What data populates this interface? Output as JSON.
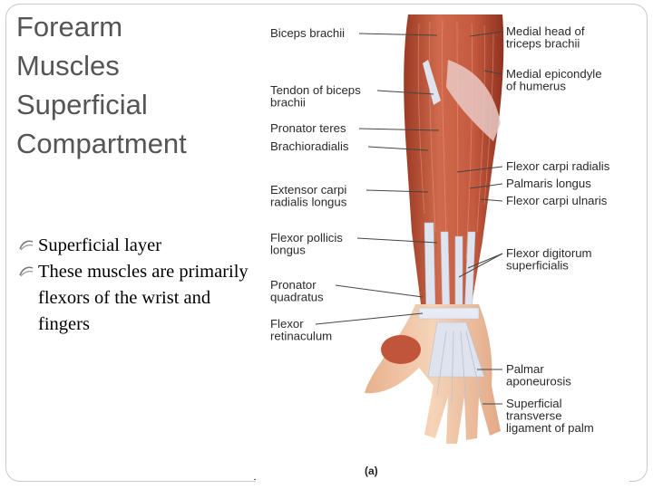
{
  "slide": {
    "title_lines": [
      "Forearm",
      "Muscles",
      "Superficial",
      "Compartment"
    ],
    "bullets": [
      "Superficial layer",
      "These muscles are primarily flexors of the wrist and fingers"
    ]
  },
  "figure": {
    "panel_label": "(a)",
    "left_labels": [
      [
        "Biceps brachii"
      ],
      [
        "Tendon of biceps",
        "brachii"
      ],
      [
        "Pronator teres"
      ],
      [
        "Brachioradialis"
      ],
      [
        "Extensor carpi",
        "radialis longus"
      ],
      [
        "Flexor pollicis",
        "longus"
      ],
      [
        "Pronator",
        "quadratus"
      ],
      [
        "Flexor",
        "retinaculum"
      ]
    ],
    "right_labels": [
      [
        "Medial head of",
        "triceps brachii"
      ],
      [
        "Medial epicondyle",
        "of humerus"
      ],
      [
        "Flexor carpi radialis"
      ],
      [
        "Palmaris longus"
      ],
      [
        "Flexor carpi ulnaris"
      ],
      [
        "Flexor digitorum",
        "superficialis"
      ],
      [
        "Palmar",
        "aponeurosis"
      ],
      [
        "Superficial",
        "transverse",
        "ligament of palm"
      ]
    ],
    "colors": {
      "muscle": "#c0553a",
      "muscle_dark": "#8e3220",
      "tendon": "#dfe3ee",
      "skin": "#f1c6a4"
    }
  }
}
